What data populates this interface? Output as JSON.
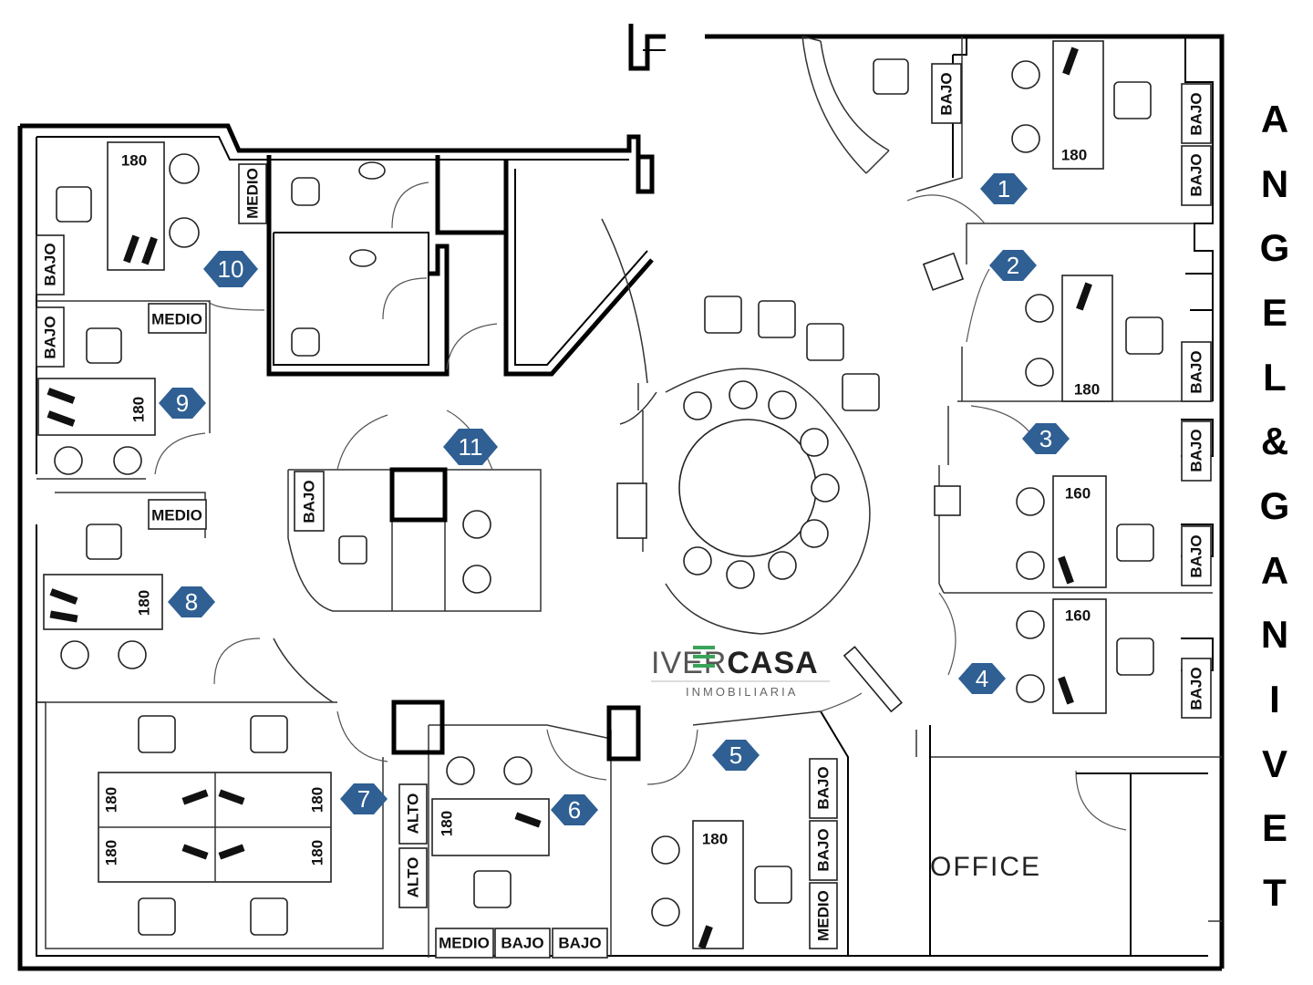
{
  "agency_letters": [
    "A",
    "N",
    "G",
    "E",
    "L",
    "&",
    "G",
    "A",
    "N",
    "I",
    "V",
    "E",
    "T"
  ],
  "brand": {
    "name_part1": "IVER",
    "name_part2": "CASA",
    "subtitle": "INMOBILIARIA"
  },
  "office_label": "OFFICE",
  "badges": [
    "1",
    "2",
    "3",
    "4",
    "5",
    "6",
    "7",
    "8",
    "9",
    "10",
    "11"
  ],
  "cabinet_labels": {
    "bajo": "BAJO",
    "medio": "MEDIO",
    "alto": "ALTO"
  },
  "desk_sizes": {
    "d180": "180",
    "d160": "160"
  },
  "colors": {
    "badge": "#2f5f93",
    "walls": "#000000",
    "background": "#ffffff"
  }
}
